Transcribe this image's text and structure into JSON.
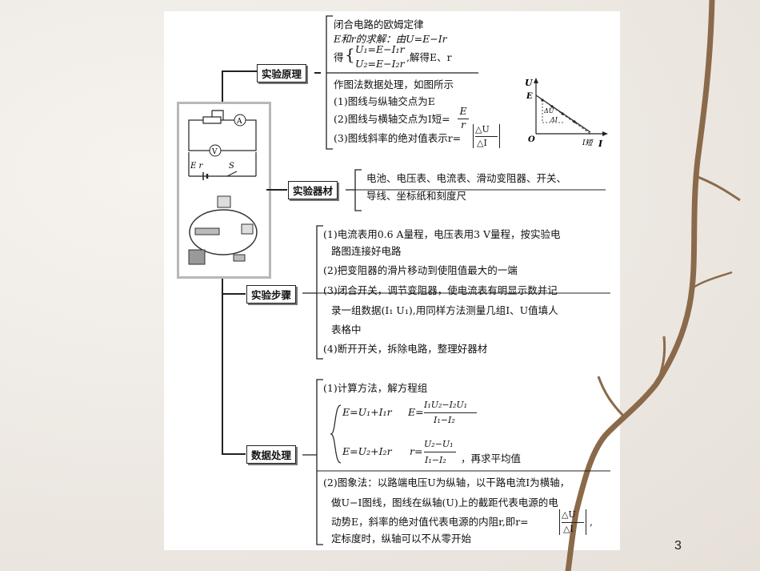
{
  "page_number": "3",
  "principle": {
    "label": "实验原理",
    "lines": [
      "闭合电路的欧姆定律",
      "E和r的求解：由U=E−Ir"
    ],
    "solve_prefix": "得",
    "eq1": "U₁=E−I₁r",
    "eq2": "U₂=E−I₂r",
    "solve_suffix": ",解得E、r",
    "graph_lines": [
      "作图法数据处理，如图所示",
      "(1)图线与纵轴交点为E",
      "(2)图线与横轴交点为I短=",
      "(3)图线斜率的绝对值表示r="
    ],
    "frac_E": "E",
    "frac_r": "r",
    "abs_num": "△U",
    "abs_den": "△I"
  },
  "graph": {
    "u_axis": "U",
    "i_axis": "I",
    "origin": "O",
    "e_mark": "E",
    "du": "ΔU",
    "di": "ΔI",
    "ishort": "I短"
  },
  "equipment": {
    "label": "实验器材",
    "lines": [
      "电池、电压表、电流表、滑动变阻器、开关、",
      "导线、坐标纸和刻度尺"
    ]
  },
  "steps": {
    "label": "实验步骤",
    "lines": [
      "(1)电流表用0.6 A量程，电压表用3 V量程，按实验电",
      "路图连接好电路",
      "(2)把变阻器的滑片移动到使阻值最大的一端",
      "(3)闭合开关，调节变阻器，使电流表有明显示数并记",
      "录一组数据(I₁  U₁),用同样方法测量几组I、U值填人",
      "表格中",
      "(4)断开开关，拆除电路，整理好器材"
    ]
  },
  "processing": {
    "label": "数据处理",
    "calc_title": "(1)计算方法，解方程组",
    "eqA": "E=U₁+I₁r",
    "eqB": "E=U₂+I₂r",
    "E_label": "E=",
    "E_num": "I₁U₂−I₂U₁",
    "E_den": "I₁−I₂",
    "r_label": "r=",
    "r_num": "U₂−U₁",
    "r_den": "I₁−I₂",
    "avg": "，再求平均值",
    "graph_lines": [
      "(2)图象法：以路端电压U为纵轴，以干路电流I为横轴，",
      "做U−I图线，图线在纵轴(U)上的截距代表电源的电",
      "动势E，斜率的绝对值代表电源的内阻r,即r=",
      "定标度时，纵轴可以不从零开始"
    ],
    "abs_num": "△U",
    "abs_den": "△I",
    "trail": ","
  },
  "circuit": {
    "ammeter": "A",
    "voltmeter": "V",
    "er": "E r",
    "switch": "S"
  }
}
